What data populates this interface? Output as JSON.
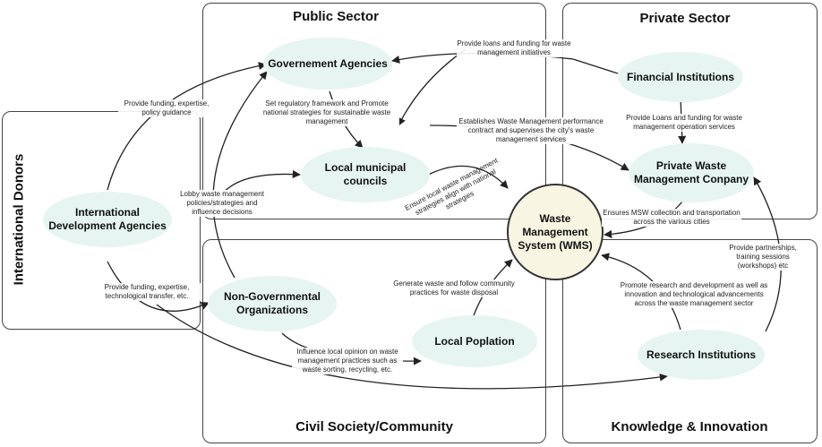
{
  "sectors": {
    "public": "Public Sector",
    "private": "Private Sector",
    "donors": "International Donors",
    "civil": "Civil Society/Community",
    "knowledge": "Knowledge & Innovation"
  },
  "nodes": {
    "gov_agencies": "Governement Agencies",
    "local_councils": "Local municipal councils",
    "financial": "Financial Institutions",
    "private_waste": "Private Waste Management Conpany",
    "intl_dev": "International Development Agencies",
    "ngo": "Non-Governmental Organizations",
    "local_pop": "Local Poplation",
    "research": "Research Institutions",
    "wms": "Waste Management System (WMS)"
  },
  "labels": {
    "loans_funding": "Provide loans and funding for waste management initiatives",
    "funding_policy": "Provide funding, expertise, policy guidance",
    "regulatory": "Set regulatory framework and Promote national strategies for sustainable waste management",
    "contract": "Establishes Waste Management performance contract and supervises the city's waste management services",
    "loans_operation": "Provide Loans and funding for waste management operation services",
    "lobby": "Lobby waste management policies/strategies and influence decisions",
    "ensure_align": "Ensure local waste management strategies align with national strategies",
    "msw": "Ensures MSW collection and transportation across the various cities",
    "partnerships": "Provide partnerships, training sessions (workshops) etc",
    "funding_tech": "Provide funding, expertise, technological transfer, etc.",
    "generate": "Generate waste and follow community practices for waste disposal",
    "research_dev": "Promote research and development as well as innovation and technological advancements across the waste management sector",
    "influence": "Influence local opinion on waste management practices such as waste sorting, recycling, etc."
  }
}
